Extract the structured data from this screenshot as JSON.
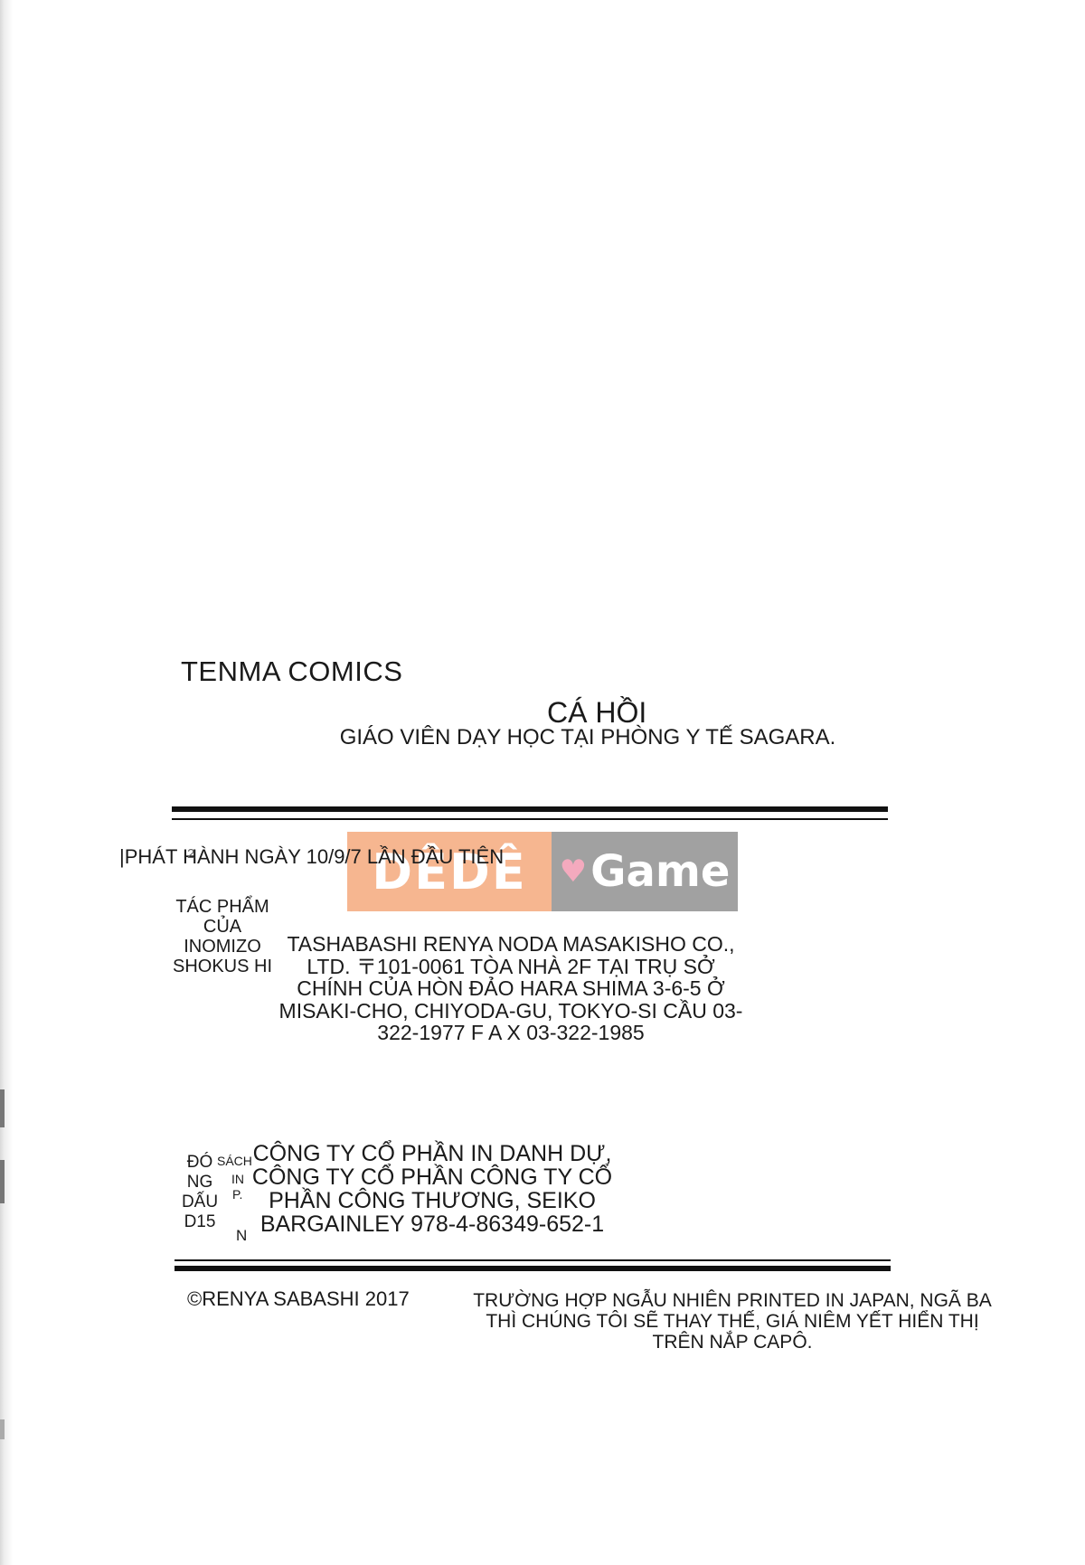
{
  "header": {
    "brand": "TENMA COMICS",
    "title": "CÁ HỒI",
    "subtitle": "GIÁO VIÊN DẠY HỌC TẠI PHÒNG Y TẾ SAGARA."
  },
  "issue": {
    "text": "|PHÁT HÀNH NGÀY 10/9/7 LẦN ĐẦU TIÊN",
    "overlap": "2"
  },
  "watermark": {
    "left": "DÊDÊ",
    "right": "Game",
    "heart": "♥",
    "accent": "#f39a66",
    "gray": "#7e7e7e"
  },
  "author": {
    "label": "TÁC PHẨM CỦA INOMIZO SHOKUS HI",
    "publisher": "TASHABASHI RENYA NODA MASAKISHO CO., LTD. 〒101-0061 TÒA NHÀ 2F TẠI TRỤ SỞ CHÍNH CỦA HÒN ĐẢO HARA SHIMA 3-6-5 Ở MISAKI-CHO, CHIYODA-GU, TOKYO-SI CẦU 03-322-1977 F A X 03-322-1985"
  },
  "printing": {
    "label": "ĐÓ NG DẤU D15",
    "small_1": "SÁCH",
    "small_2": "IN",
    "small_3": "P.",
    "small_4": "N",
    "text": "CÔNG TY CỔ PHẦN IN DANH DỰ, CÔNG TY CỔ PHẦN CÔNG TY CỔ PHẦN CÔNG THƯƠNG, SEIKO BARGAINLEY 978-4-86349-652-1"
  },
  "footer": {
    "copyright": "©RENYA SABASHI 2017",
    "notice": "TRƯỜNG HỢP NGẪU NHIÊN PRINTED IN JAPAN, NGÃ BA THÌ CHÚNG TÔI SẼ THAY THẾ, GIÁ NIÊM YẾT HIỂN THỊ TRÊN NẮP CAPÔ."
  }
}
